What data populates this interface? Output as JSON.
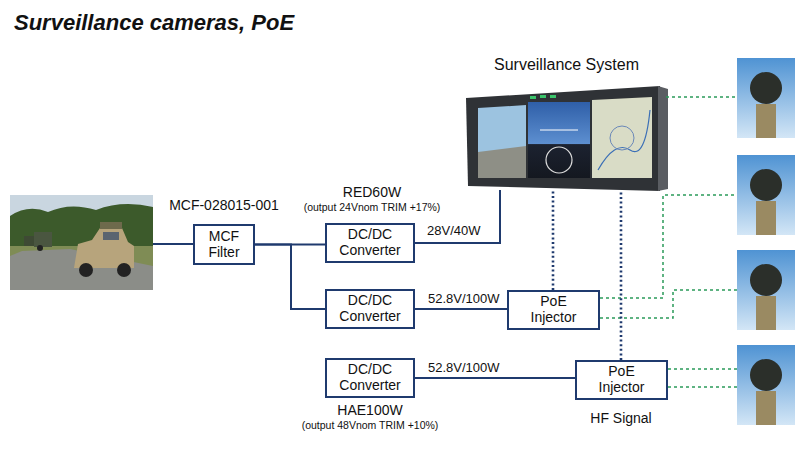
{
  "diagram": {
    "title": "Surveillance cameras, PoE",
    "nodes": [
      {
        "text": [
          "Surveillance System"
        ]
      },
      {
        "text": [
          "MCF Filter"
        ]
      },
      {
        "text": [
          "DC/DC Converter"
        ]
      },
      {
        "text": [
          "DC/DC Converter"
        ]
      },
      {
        "text": [
          "PoE Injector"
        ]
      },
      {
        "text": [
          "DC/DC Converter"
        ]
      },
      {
        "text": [
          "PoE Injector"
        ]
      }
    ],
    "edges": [
      {
        "from": 1,
        "to": 2,
        "arrow": "none"
      },
      {
        "from": 1,
        "to": 3,
        "arrow": "none"
      },
      {
        "from": 2,
        "to": 0,
        "label": "28V/40W",
        "arrow": "none"
      },
      {
        "from": 3,
        "to": 4,
        "label": "52.8V/100W",
        "arrow": "none"
      },
      {
        "from": 5,
        "to": 6,
        "label": "52.8V/100W",
        "arrow": "none"
      },
      {
        "from": 4,
        "to": 0,
        "arrow": "none"
      },
      {
        "from": 6,
        "to": 0,
        "arrow": "none"
      }
    ],
    "labels": [
      "MCF-028015-001",
      "RED60W",
      "(output 24Vnom TRIM +17%)",
      "HAE100W",
      "(output 48Vnom TRIM +10%)",
      "HF Signal"
    ]
  }
}
